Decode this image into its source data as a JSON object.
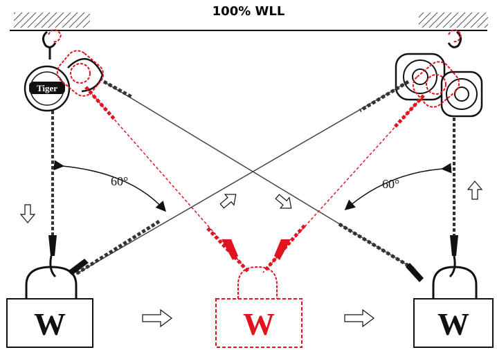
{
  "title": "100% WLL",
  "hoist_brand": "Tiger",
  "angles": {
    "left": "60°",
    "right": "60°"
  },
  "loads": {
    "left": "W",
    "center": "W",
    "right": "W"
  },
  "colors": {
    "ink": "#111111",
    "highlight": "#e0141e",
    "hatch": "#555555"
  },
  "icons": [
    "down-arrow-icon",
    "up-arrow-icon",
    "right-arrow-icon",
    "up-right-arrow-icon",
    "down-right-arrow-icon"
  ]
}
